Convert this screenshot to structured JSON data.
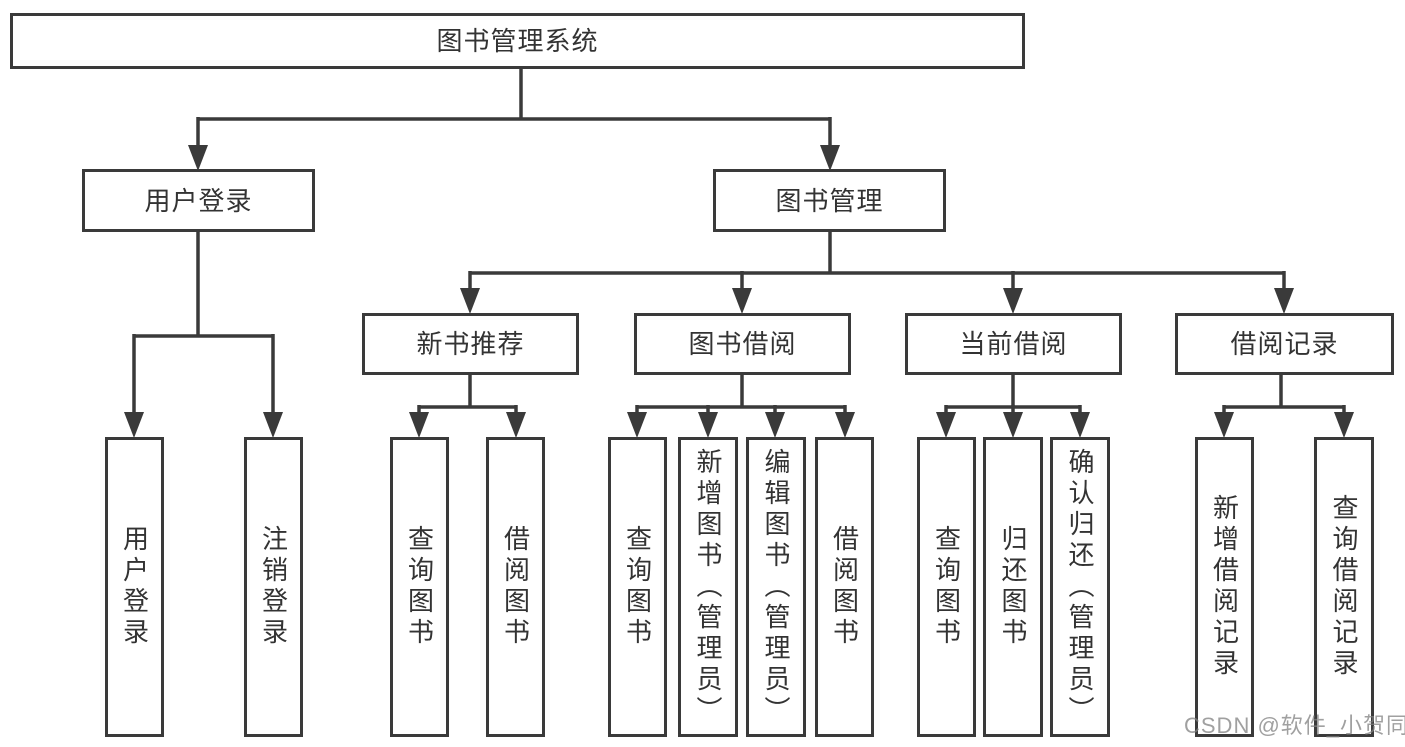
{
  "tree": {
    "root": {
      "label": "图书管理系统"
    },
    "branches": [
      {
        "label": "用户登录",
        "children": [
          {
            "label": "用户登录"
          },
          {
            "label": "注销登录"
          }
        ]
      },
      {
        "label": "图书管理",
        "children": [
          {
            "label": "新书推荐",
            "children": [
              {
                "label": "查询图书"
              },
              {
                "label": "借阅图书"
              }
            ]
          },
          {
            "label": "图书借阅",
            "children": [
              {
                "label": "查询图书"
              },
              {
                "label": "新增图书（管理员）"
              },
              {
                "label": "编辑图书（管理员）"
              },
              {
                "label": "借阅图书"
              }
            ]
          },
          {
            "label": "当前借阅",
            "children": [
              {
                "label": "查询图书"
              },
              {
                "label": "归还图书"
              },
              {
                "label": "确认归还（管理员）"
              }
            ]
          },
          {
            "label": "借阅记录",
            "children": [
              {
                "label": "新增借阅记录"
              },
              {
                "label": "查询借阅记录"
              }
            ]
          }
        ]
      }
    ]
  },
  "watermark": {
    "text": "CSDN @软件_小贺同学"
  },
  "colors": {
    "line": "#3a3a3a",
    "text": "#333333",
    "background": "#ffffff",
    "watermark": "#808080"
  }
}
